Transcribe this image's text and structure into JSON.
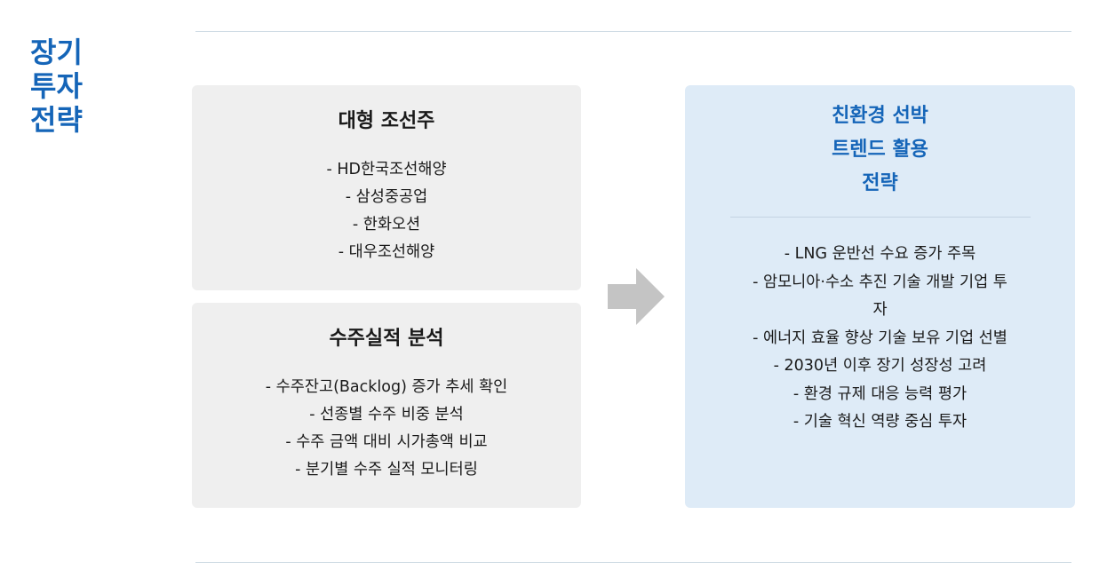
{
  "side_title": [
    "장기",
    "투자",
    "전략"
  ],
  "cards": [
    {
      "title": "대형 조선주",
      "items": [
        "- HD한국조선해양",
        "- 삼성중공업",
        "- 한화오션",
        "- 대우조선해양"
      ]
    },
    {
      "title": "수주실적 분석",
      "items": [
        "- 수주잔고(Backlog) 증가 추세 확인",
        "- 선종별 수주 비중 분석",
        "- 수주 금액 대비 시가총액 비교",
        "- 분기별 수주 실적 모니터링"
      ]
    }
  ],
  "strategy": {
    "title_lines": [
      "친환경 선박",
      "트렌드 활용",
      "전략"
    ],
    "items": [
      "- LNG 운반선 수요 증가 주목",
      "- 암모니아·수소 추진 기술 개발 기업 투",
      "자",
      "- 에너지 효율 향상 기술 보유 기업 선별",
      "- 2030년 이후 장기 성장성 고려",
      "- 환경 규제 대응 능력 평가",
      "- 기술 혁신 역량 중심 투자"
    ]
  },
  "colors": {
    "accent": "#1565b8",
    "gray_card": "#efefef",
    "blue_card": "#deebf7",
    "arrow": "#c4c4c4"
  },
  "icons": {
    "arrow": "arrow-right-icon"
  }
}
